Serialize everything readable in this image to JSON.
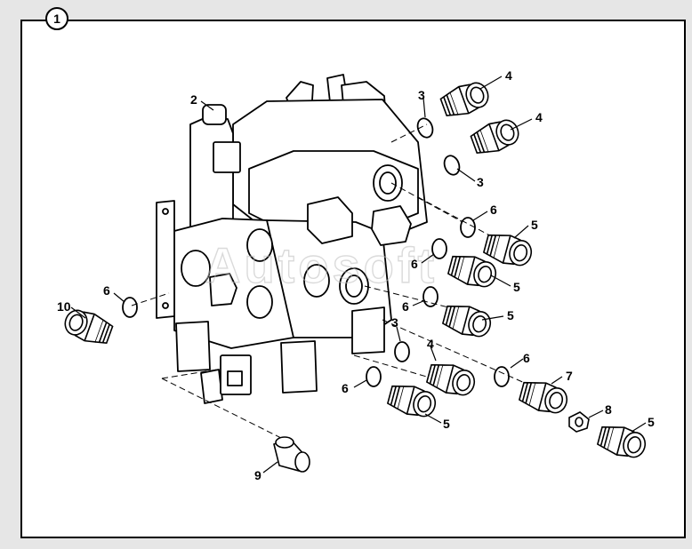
{
  "figure": {
    "badge": "1",
    "watermark": "Autosoft"
  },
  "callouts": [
    {
      "id": "c2",
      "text": "2"
    },
    {
      "id": "c3a",
      "text": "3"
    },
    {
      "id": "c4a",
      "text": "4"
    },
    {
      "id": "c4b",
      "text": "4"
    },
    {
      "id": "c3b",
      "text": "3"
    },
    {
      "id": "c6a",
      "text": "6"
    },
    {
      "id": "c5a",
      "text": "5"
    },
    {
      "id": "c6b",
      "text": "6"
    },
    {
      "id": "c5b",
      "text": "5"
    },
    {
      "id": "c6c",
      "text": "6"
    },
    {
      "id": "c5c",
      "text": "5"
    },
    {
      "id": "c10",
      "text": "10"
    },
    {
      "id": "c6d",
      "text": "6"
    },
    {
      "id": "c3c",
      "text": "3"
    },
    {
      "id": "c4c",
      "text": "4"
    },
    {
      "id": "c6e",
      "text": "6"
    },
    {
      "id": "c7",
      "text": "7"
    },
    {
      "id": "c6f",
      "text": "6"
    },
    {
      "id": "c8",
      "text": "8"
    },
    {
      "id": "c5d",
      "text": "5"
    },
    {
      "id": "c5e",
      "text": "5"
    },
    {
      "id": "c9",
      "text": "9"
    }
  ]
}
